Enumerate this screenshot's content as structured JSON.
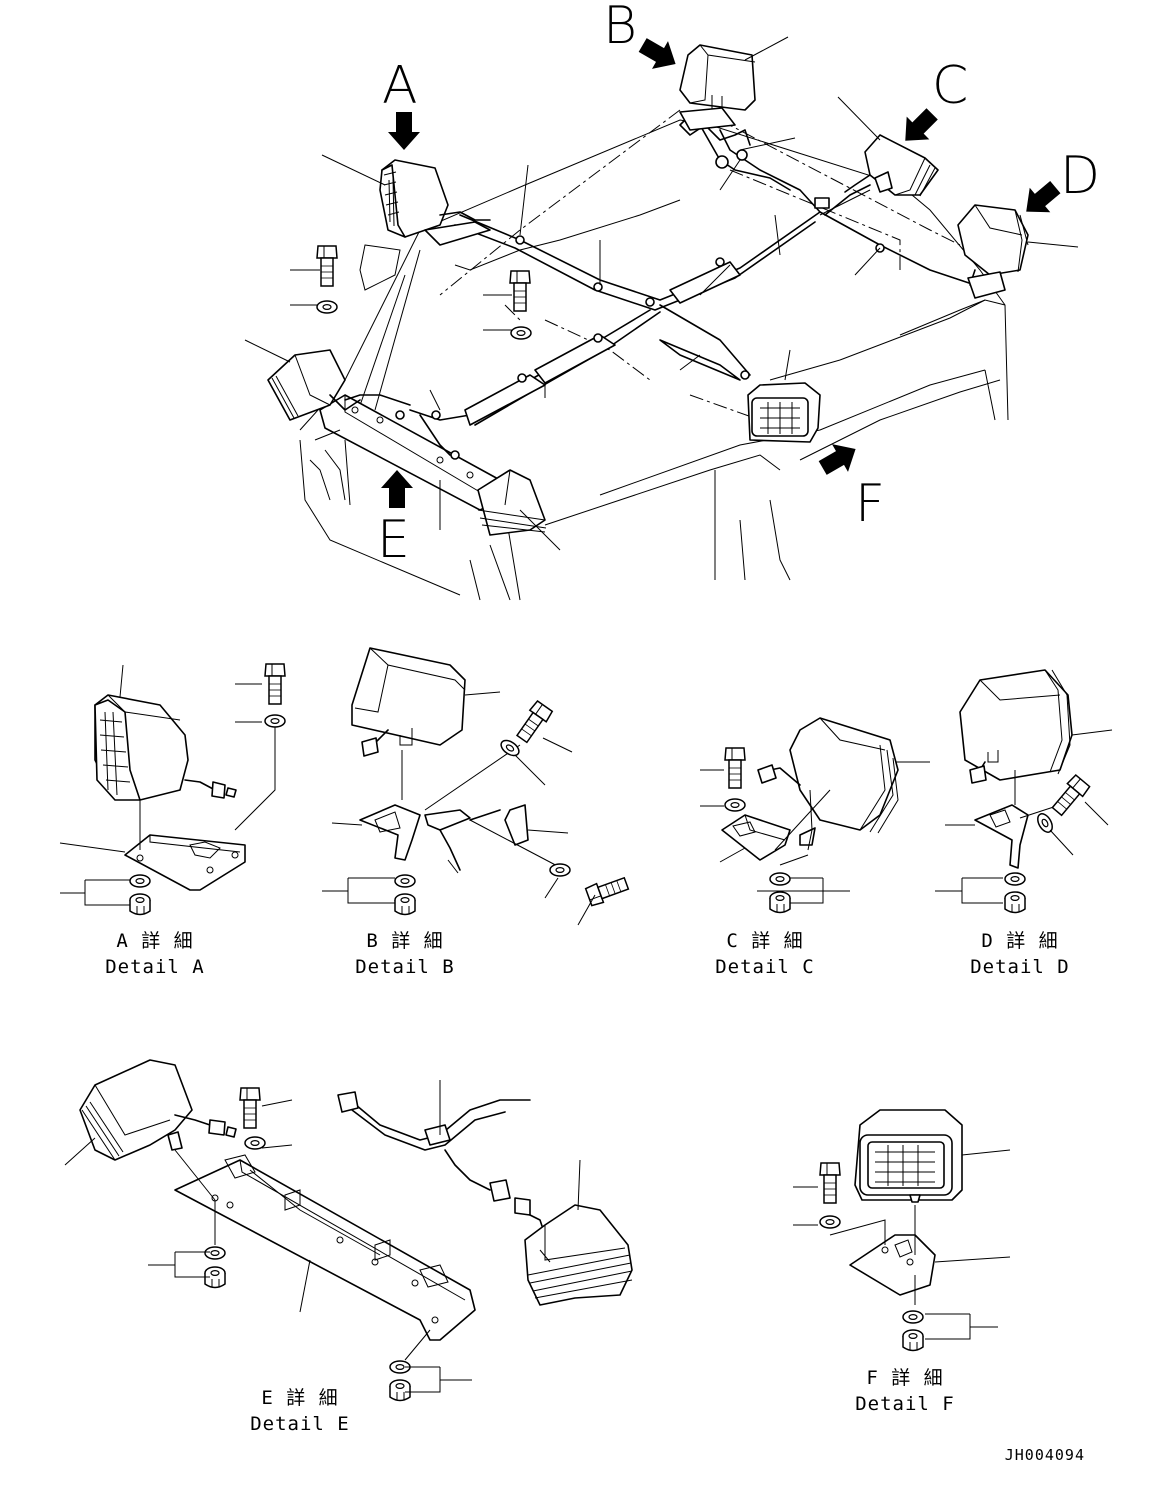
{
  "callouts": [
    "A",
    "B",
    "C",
    "D",
    "E",
    "F"
  ],
  "details": [
    {
      "jp": "A 詳 細",
      "en": "Detail A"
    },
    {
      "jp": "B 詳 細",
      "en": "Detail B"
    },
    {
      "jp": "C 詳 細",
      "en": "Detail C"
    },
    {
      "jp": "D 詳 細",
      "en": "Detail D"
    },
    {
      "jp": "E 詳 細",
      "en": "Detail E"
    },
    {
      "jp": "F 詳 細",
      "en": "Detail F"
    }
  ],
  "drawing_code": "JH004094"
}
